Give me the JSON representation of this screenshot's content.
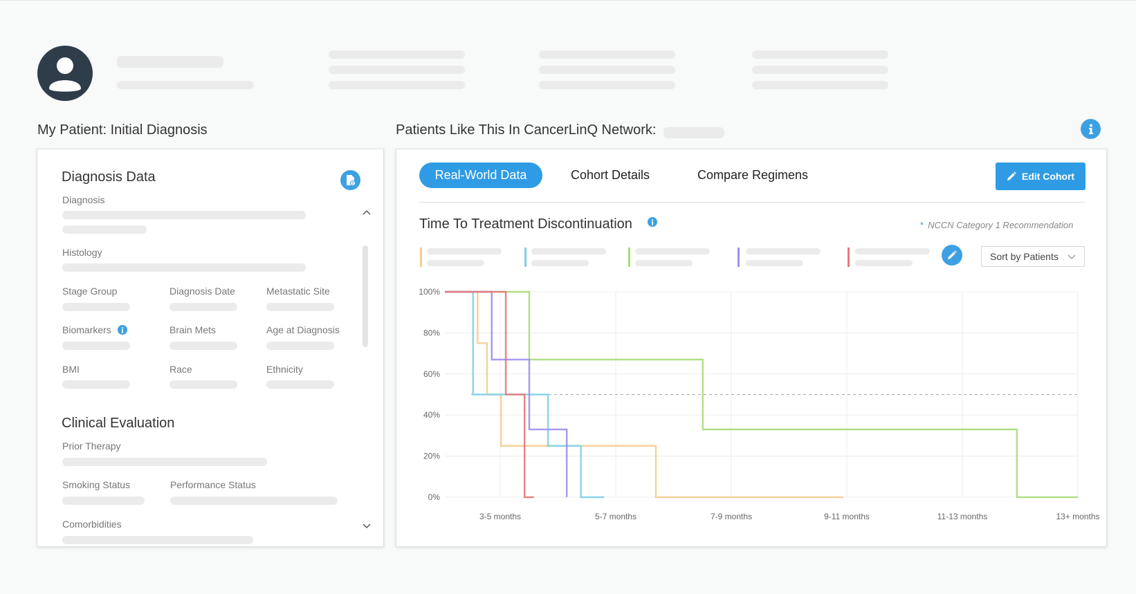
{
  "header": {
    "my_patient_title": "My Patient: Initial Diagnosis",
    "network_title": "Patients Like This In CancerLinQ Network:"
  },
  "left_card": {
    "diagnosis_data_title": "Diagnosis Data",
    "fields": {
      "diagnosis": "Diagnosis",
      "histology": "Histology",
      "stage_group": "Stage Group",
      "diagnosis_date": "Diagnosis Date",
      "metastatic_site": "Metastatic Site",
      "biomarkers": "Biomarkers",
      "brain_mets": "Brain Mets",
      "age_at_diagnosis": "Age at Diagnosis",
      "bmi": "BMI",
      "race": "Race",
      "ethnicity": "Ethnicity"
    },
    "clinical_eval_title": "Clinical Evaluation",
    "clinical_fields": {
      "prior_therapy": "Prior Therapy",
      "smoking_status": "Smoking Status",
      "performance_status": "Performance Status",
      "comorbidities": "Comorbidities"
    }
  },
  "right_card": {
    "tabs": [
      {
        "label": "Real-World Data",
        "active": true
      },
      {
        "label": "Cohort Details",
        "active": false
      },
      {
        "label": "Compare Regimens",
        "active": false
      }
    ],
    "edit_cohort_label": "Edit Cohort",
    "chart_title": "Time To Treatment Discontinuation",
    "nccn_note": "NCCN Category 1 Recommendation",
    "nccn_star": "*",
    "sort_label": "Sort by Patients",
    "legend_colors": [
      "#f5cc8f",
      "#7fd0e8",
      "#a8dc7a",
      "#9c8ff0",
      "#e87878"
    ]
  },
  "icons": {
    "info": "info-icon",
    "report": "report-icon",
    "pencil": "pencil-icon",
    "chevron": "chevron-down-icon"
  },
  "chart_data": {
    "type": "line",
    "title": "Time To Treatment Discontinuation",
    "x_tick_labels": [
      "3-5 months",
      "5-7 months",
      "7-9 months",
      "9-11 months",
      "11-13 months",
      "13+ months"
    ],
    "y_tick_labels": [
      "0%",
      "20%",
      "40%",
      "60%",
      "80%",
      "100%"
    ],
    "ylim": [
      0,
      100
    ],
    "xlim": [
      0,
      13.5
    ],
    "median_reference": 50,
    "grid": true,
    "series": [
      {
        "color": "#f5cc8f",
        "points": [
          [
            0,
            100
          ],
          [
            0.7,
            100
          ],
          [
            0.7,
            75
          ],
          [
            0.9,
            75
          ],
          [
            0.9,
            50
          ],
          [
            1.2,
            50
          ],
          [
            1.2,
            25
          ],
          [
            4.5,
            25
          ],
          [
            4.5,
            0
          ],
          [
            8.5,
            0
          ]
        ]
      },
      {
        "color": "#7fd0e8",
        "points": [
          [
            0,
            100
          ],
          [
            0.6,
            100
          ],
          [
            0.6,
            50
          ],
          [
            2.2,
            50
          ],
          [
            2.2,
            25
          ],
          [
            2.9,
            25
          ],
          [
            2.9,
            0
          ],
          [
            3.4,
            0
          ]
        ]
      },
      {
        "color": "#a8dc7a",
        "points": [
          [
            0,
            100
          ],
          [
            1.8,
            100
          ],
          [
            1.8,
            67
          ],
          [
            5.5,
            67
          ],
          [
            5.5,
            33
          ],
          [
            12.2,
            33
          ],
          [
            12.2,
            0
          ],
          [
            13.5,
            0
          ]
        ]
      },
      {
        "color": "#9c8ff0",
        "points": [
          [
            0,
            100
          ],
          [
            1.0,
            100
          ],
          [
            1.0,
            67
          ],
          [
            1.8,
            67
          ],
          [
            1.8,
            33
          ],
          [
            2.6,
            33
          ],
          [
            2.6,
            0
          ]
        ]
      },
      {
        "color": "#e87878",
        "points": [
          [
            0,
            100
          ],
          [
            1.3,
            100
          ],
          [
            1.3,
            50
          ],
          [
            1.7,
            50
          ],
          [
            1.7,
            0
          ],
          [
            1.9,
            0
          ]
        ]
      }
    ]
  }
}
